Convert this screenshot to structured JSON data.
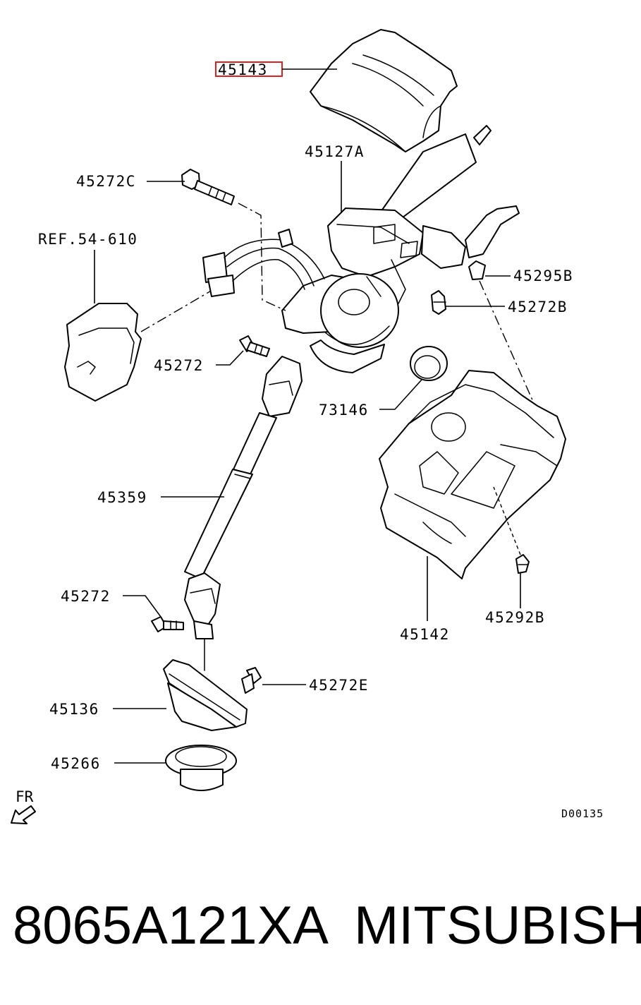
{
  "labels": {
    "l45143": "45143",
    "l45127A": "45127A",
    "l45272C": "45272C",
    "lREF": "REF.54-610",
    "l45295B": "45295B",
    "l45272B": "45272B",
    "l45272a": "45272",
    "l73146": "73146",
    "l45359": "45359",
    "l45272b": "45272",
    "l45142": "45142",
    "l45292B": "45292B",
    "l45272E": "45272E",
    "l45136": "45136",
    "l45266": "45266",
    "lFR": "FR",
    "lcode": "D00135"
  },
  "highlight_color": "#e02020",
  "footer": {
    "part_number": "8065A121XA",
    "brand": "MITSUBISHI"
  }
}
